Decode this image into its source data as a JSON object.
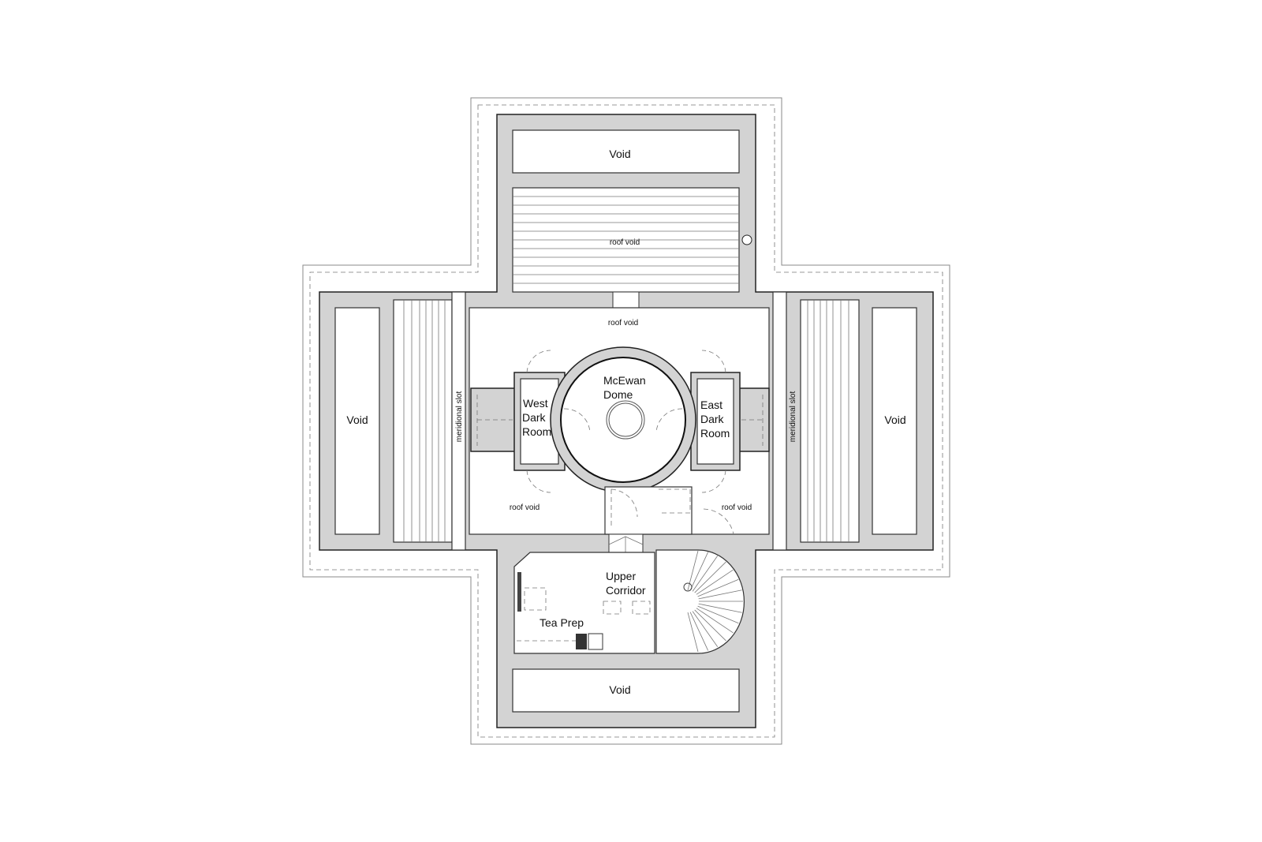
{
  "plan": {
    "colors": {
      "wall": "#d3d3d3",
      "line": "#222222",
      "background": "#ffffff"
    },
    "rooms": {
      "void_north": "Void",
      "void_west": "Void",
      "void_east": "Void",
      "void_south": "Void",
      "roof_void_north": "roof void",
      "roof_void_center": "roof void",
      "roof_void_sw": "roof void",
      "roof_void_se": "roof void",
      "meridional_slot_west": "meridional slot",
      "meridional_slot_east": "meridional slot",
      "dome": [
        "McEwan",
        "Dome"
      ],
      "west_dark_room": [
        "West",
        "Dark",
        "Room"
      ],
      "east_dark_room": [
        "East",
        "Dark",
        "Room"
      ],
      "upper_corridor": [
        "Upper",
        "Corridor"
      ],
      "tea_prep": "Tea Prep"
    }
  }
}
